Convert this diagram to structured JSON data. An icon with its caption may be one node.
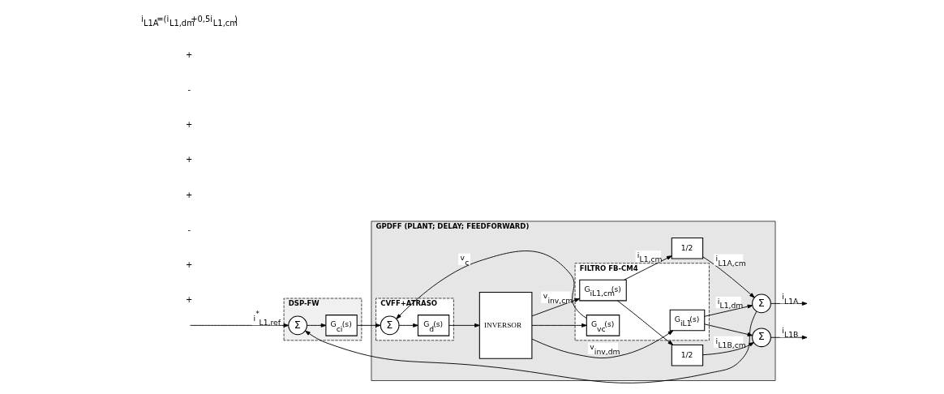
{
  "diagram": {
    "nodes": [
      {
        "text": [
          "DSP-FW"
        ]
      },
      {
        "text": [
          "GPDFF (PLANT; DELAY; FEEDFORWARD)"
        ]
      },
      {
        "text": [
          "CVFF+ATRASO"
        ],
        "in": 1
      },
      {
        "text": [
          "FILTRO FB-CM4"
        ],
        "in": 1
      },
      {
        "text": [
          "Σ"
        ],
        "in": 0
      },
      {
        "text": [
          "G$_{ci}$(s)"
        ],
        "in": 0
      },
      {
        "text": [
          "Σ"
        ],
        "in": 2
      },
      {
        "text": [
          "G$_{d}$(s)"
        ],
        "in": 2
      },
      {
        "text": [
          "INVERSOR"
        ],
        "in": 1
      },
      {
        "text": [
          "G$_{iL1,cm}$(s)"
        ],
        "in": 3
      },
      {
        "text": [
          "G$_{iL1}$(s)"
        ],
        "in": 3
      },
      {
        "text": [
          "G$_{vc}$(s)"
        ],
        "in": 3
      },
      {
        "text": [
          "1/2"
        ],
        "in": 1
      },
      {
        "text": [
          "1/2"
        ],
        "in": 1
      },
      {
        "text": [
          "Σ"
        ],
        "in": 1
      },
      {
        "text": [
          "Σ"
        ],
        "in": 1
      }
    ],
    "edges": [
      {
        "from": null,
        "to": 4,
        "arrow": "to",
        "label": "i$^{*}$$_{L1,ref}$"
      },
      {
        "from": 4,
        "to": 5,
        "arrow": "to"
      },
      {
        "from": 5,
        "to": 6,
        "arrow": "to"
      },
      {
        "from": 6,
        "to": 7,
        "arrow": "to"
      },
      {
        "from": 7,
        "to": 8,
        "arrow": "to"
      },
      {
        "from": 8,
        "to": 9,
        "arrow": "to",
        "label": "v$_{inv,cm}$"
      },
      {
        "from": 8,
        "to": 10,
        "arrow": "to",
        "label": "v$_{inv,dm}$"
      },
      {
        "from": 8,
        "to": 11,
        "arrow": "to"
      },
      {
        "from": 9,
        "to": 12,
        "arrow": "to",
        "label": "i$_{L1,cm}$"
      },
      {
        "from": 9,
        "to": 13,
        "arrow": "to"
      },
      {
        "from": 12,
        "to": 14,
        "arrow": "to",
        "label": "i$_{L1A,cm}$"
      },
      {
        "from": 13,
        "to": 15,
        "arrow": "to",
        "label": "i$_{L1B,cm}$"
      },
      {
        "from": 10,
        "to": 14,
        "arrow": "to",
        "label": "i$_{L1,dm}$"
      },
      {
        "from": 10,
        "to": 15,
        "arrow": "to"
      },
      {
        "from": 11,
        "to": 6,
        "arrow": "to",
        "label": "v$_{c}$"
      },
      {
        "from": 14,
        "to": null,
        "arrow": "to",
        "label": "i$_{L1A}$"
      },
      {
        "from": 14,
        "to": 4,
        "arrow": "to"
      },
      {
        "from": 15,
        "to": null,
        "arrow": "to",
        "label": "i$_{L1B}$"
      }
    ],
    "labels": [
      "+",
      "+",
      "-",
      "+",
      "+",
      "+",
      "-",
      "+",
      "i$_{L1A}$=(i$_{L1,dm}$+0,5i$_{L1,cm}$)"
    ]
  }
}
